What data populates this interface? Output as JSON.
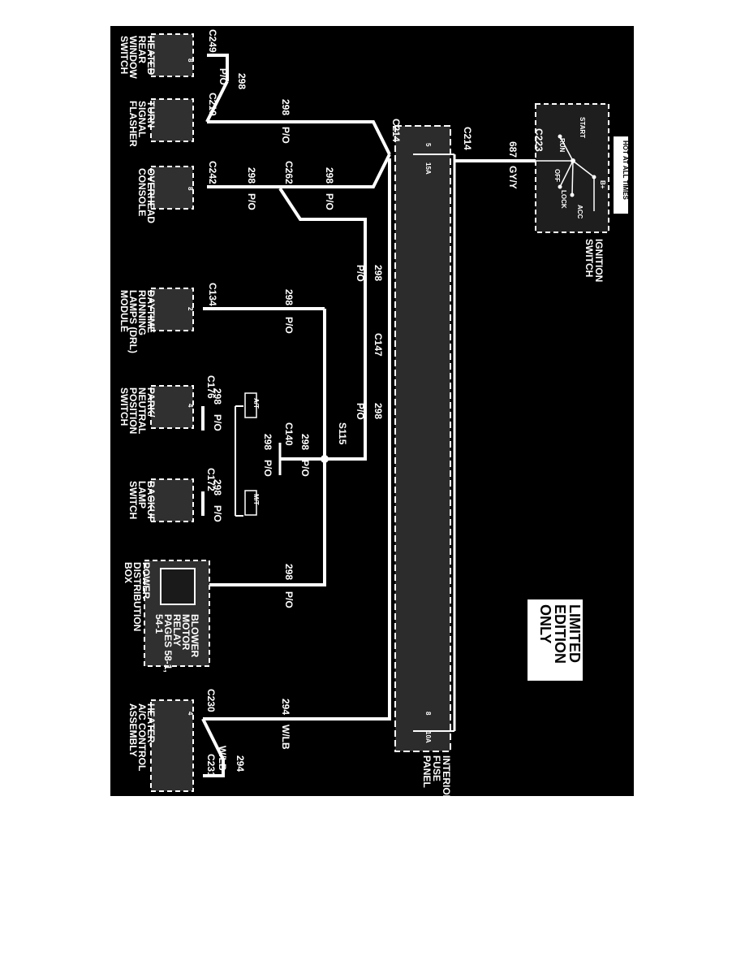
{
  "colors": {
    "background": "#000000",
    "wire": "#ffffff",
    "panel_fill": "#2c2c2c",
    "box_fill": "#303030",
    "page": "#ffffff"
  },
  "banner": {
    "hot_at_all_times": "HOT AT ALL TIMES",
    "limited_edition": [
      "LIMITED",
      "EDITION",
      "ONLY"
    ]
  },
  "ignition_switch": {
    "title": [
      "IGNITION",
      "SWITCH"
    ],
    "connector": "C223",
    "positions": [
      "START",
      "RUN",
      "OFF",
      "LOCK",
      "ACC",
      "B+"
    ]
  },
  "fuse_panel": {
    "title": [
      "INTERIOR",
      "FUSE",
      "PANEL"
    ],
    "connector_left": "C214",
    "connector_input": "C214",
    "fuse_a": {
      "number": "5",
      "rating": "15A"
    },
    "fuse_b": {
      "number": "8",
      "rating": "10A"
    }
  },
  "input_wire": {
    "circuit": "687",
    "color": "GY/Y"
  },
  "components": {
    "heated_rear_window": {
      "label": [
        "HEATED",
        "REAR",
        "WINDOW",
        "SWITCH"
      ],
      "connector": "C249",
      "pin": "8"
    },
    "turn_signal_flasher": {
      "label": [
        "TURN",
        "SIGNAL",
        "FLASHER"
      ],
      "connector": "C219"
    },
    "overhead_console": {
      "label": [
        "OVERHEAD",
        "CONSOLE"
      ],
      "connector": "C242",
      "pin": "8",
      "splice": "C262"
    },
    "drl_module": {
      "label": [
        "DAYTIME",
        "RUNNING",
        "LAMPS (DRL)",
        "MODULE"
      ],
      "connector": "C134",
      "pin": "2"
    },
    "park_neutral": {
      "label": [
        "PARK/",
        "NEUTRAL",
        "POSITION",
        "SWITCH"
      ],
      "connector": "C176",
      "pin": "4",
      "trans": "A/T"
    },
    "backup_lamp": {
      "label": [
        "BACKUP",
        "LAMP",
        "SWITCH"
      ],
      "connector": "C172",
      "trans": "M/T"
    },
    "power_dist": {
      "label": [
        "POWER",
        "DISTRIBUTION",
        "BOX"
      ],
      "inner": [
        "BLOWER",
        "MOTOR",
        "RELAY",
        "PAGES 58-1,",
        "54-1"
      ]
    },
    "heater_ac": {
      "label": [
        "HEATER-",
        "A/C CONTROL",
        "ASSEMBLY"
      ],
      "connector": "C230",
      "connector2": "C231",
      "pin": "4"
    }
  },
  "wires": {
    "w298": {
      "circuit": "298",
      "color": "P/O"
    },
    "w294": {
      "circuit": "294",
      "color": "W/LB"
    },
    "c147": "C147",
    "s115": "S115",
    "c140": "C140"
  }
}
